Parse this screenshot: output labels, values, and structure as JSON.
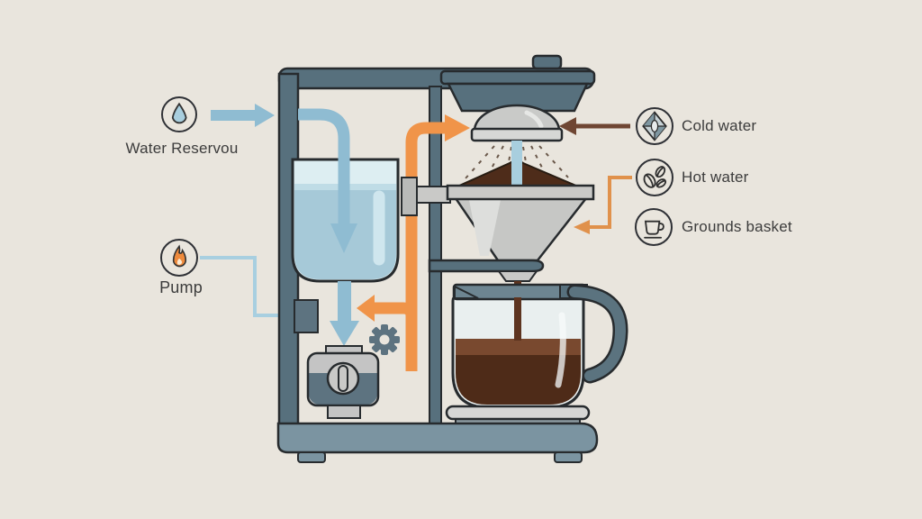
{
  "diagram": {
    "left_labels": [
      {
        "icon": "water-drop-icon",
        "label": "Water Reservou"
      },
      {
        "icon": "flame-icon",
        "label": "Pump"
      }
    ],
    "legend": [
      {
        "icon": "cold-water-diamond-icon",
        "label": "Cold water"
      },
      {
        "icon": "coffee-beans-icon",
        "label": "Hot water"
      },
      {
        "icon": "coffee-cup-icon",
        "label": "Grounds basket"
      }
    ]
  },
  "colors": {
    "background": "#e9e5dd",
    "machine_frame": "#57707d",
    "machine_base": "#7b94a1",
    "metal_gray": "#c9c9c7",
    "water_blue": "#a6c9d8",
    "flow_blue": "#8fbcd2",
    "flow_orange": "#f09449",
    "flow_brown": "#6f4633",
    "coffee_dark": "#4e2b18",
    "coffee_light": "#79492f",
    "text": "#3c3c3c"
  }
}
